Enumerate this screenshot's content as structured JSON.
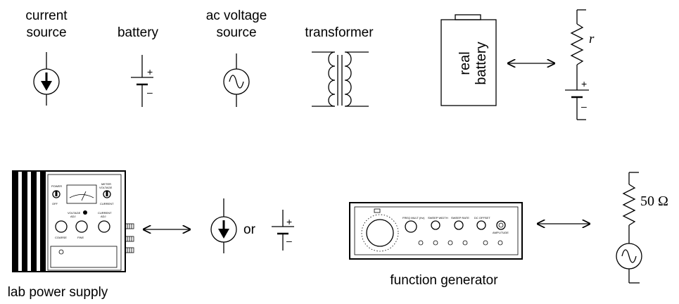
{
  "labels": {
    "current_source": [
      "current",
      "source"
    ],
    "battery": "battery",
    "ac_voltage_source": [
      "ac voltage",
      "source"
    ],
    "transformer": "transformer",
    "real_battery": [
      "real",
      "battery"
    ],
    "resistor_symbol": "r",
    "plus": "+",
    "minus": "–",
    "or": "or",
    "resistance_50": "50 Ω",
    "lab_power_supply": "lab power supply",
    "function_generator": "function generator"
  },
  "power_supply_panel": {
    "power": "POWER",
    "off": "OFF",
    "meter": "METER",
    "voltage": "VOLTAGE",
    "current": "CURRENT",
    "voltage_adj": [
      "VOLTAGE",
      "ADJ"
    ],
    "current_adj": [
      "CURRENT",
      "ADJ"
    ],
    "coarse": "COARSE",
    "fine": "FINE"
  },
  "function_generator_panel": {
    "freq_mult": "FREQ MULT (Hz)",
    "sweep_width": "SWEEP WIDTH",
    "sweep_rate": "SWEEP RATE",
    "dc_offset": "DC OFFSET",
    "amplitude": "AMPLITUDE"
  }
}
